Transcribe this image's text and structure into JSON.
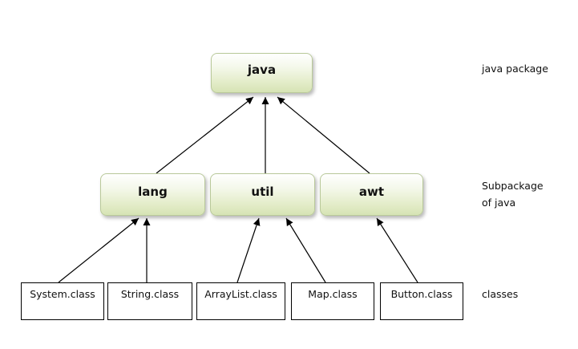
{
  "root": {
    "label": "java"
  },
  "subpackages": [
    {
      "label": "lang"
    },
    {
      "label": "util"
    },
    {
      "label": "awt"
    }
  ],
  "classes": [
    {
      "label": "System.class"
    },
    {
      "label": "String.class"
    },
    {
      "label": "ArrayList.class"
    },
    {
      "label": "Map.class"
    },
    {
      "label": "Button.class"
    }
  ],
  "levels": {
    "top": "java package",
    "middle_line1": "Subpackage",
    "middle_line2": "of java",
    "bottom": "classes"
  }
}
